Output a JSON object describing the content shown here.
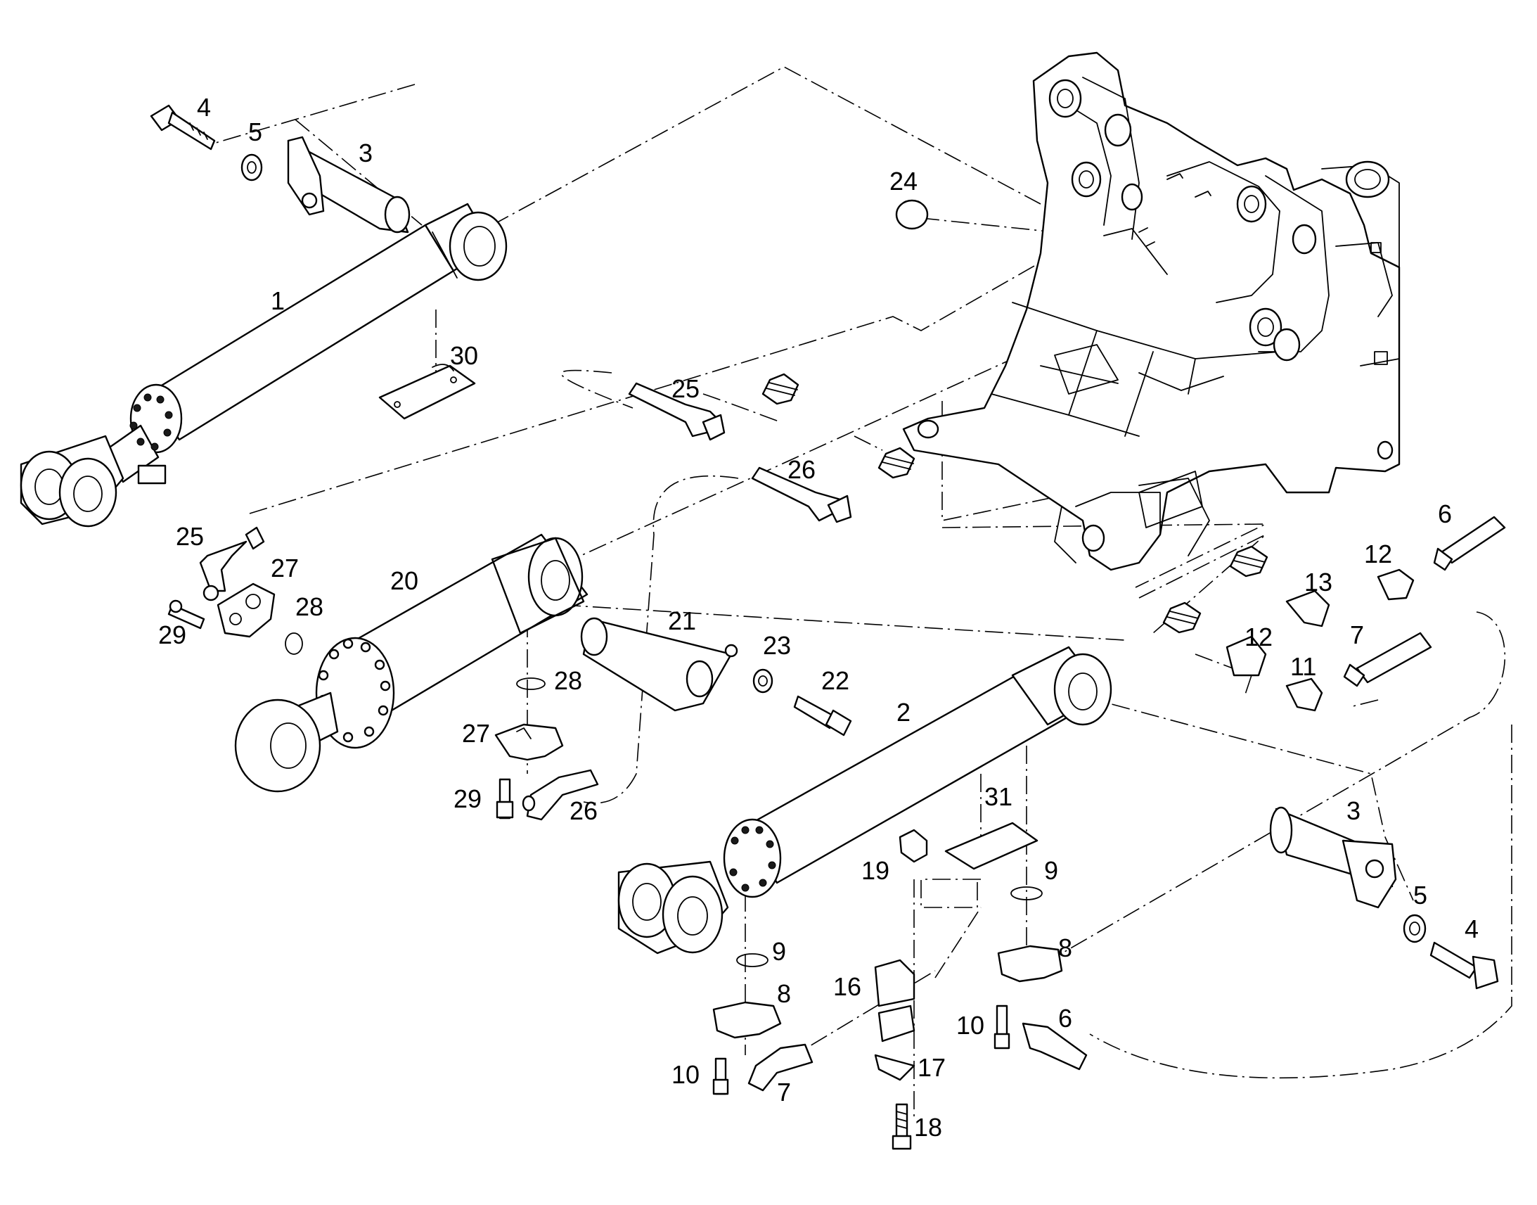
{
  "callouts": [
    {
      "id": "c1",
      "text": "1"
    },
    {
      "id": "c2",
      "text": "2"
    },
    {
      "id": "c3a",
      "text": "3"
    },
    {
      "id": "c3b",
      "text": "3"
    },
    {
      "id": "c4a",
      "text": "4"
    },
    {
      "id": "c4b",
      "text": "4"
    },
    {
      "id": "c5a",
      "text": "5"
    },
    {
      "id": "c5b",
      "text": "5"
    },
    {
      "id": "c6a",
      "text": "6"
    },
    {
      "id": "c6b",
      "text": "6"
    },
    {
      "id": "c7a",
      "text": "7"
    },
    {
      "id": "c7b",
      "text": "7"
    },
    {
      "id": "c8a",
      "text": "8"
    },
    {
      "id": "c8b",
      "text": "8"
    },
    {
      "id": "c9a",
      "text": "9"
    },
    {
      "id": "c9b",
      "text": "9"
    },
    {
      "id": "c10a",
      "text": "10"
    },
    {
      "id": "c10b",
      "text": "10"
    },
    {
      "id": "c11",
      "text": "11"
    },
    {
      "id": "c12a",
      "text": "12"
    },
    {
      "id": "c12b",
      "text": "12"
    },
    {
      "id": "c13",
      "text": "13"
    },
    {
      "id": "c16",
      "text": "16"
    },
    {
      "id": "c17",
      "text": "17"
    },
    {
      "id": "c18",
      "text": "18"
    },
    {
      "id": "c19",
      "text": "19"
    },
    {
      "id": "c20",
      "text": "20"
    },
    {
      "id": "c21",
      "text": "21"
    },
    {
      "id": "c22",
      "text": "22"
    },
    {
      "id": "c23",
      "text": "23"
    },
    {
      "id": "c24",
      "text": "24"
    },
    {
      "id": "c25a",
      "text": "25"
    },
    {
      "id": "c25b",
      "text": "25"
    },
    {
      "id": "c26a",
      "text": "26"
    },
    {
      "id": "c26b",
      "text": "26"
    },
    {
      "id": "c27a",
      "text": "27"
    },
    {
      "id": "c27b",
      "text": "27"
    },
    {
      "id": "c28a",
      "text": "28"
    },
    {
      "id": "c28b",
      "text": "28"
    },
    {
      "id": "c29a",
      "text": "29"
    },
    {
      "id": "c29b",
      "text": "29"
    },
    {
      "id": "c30",
      "text": "30"
    },
    {
      "id": "c31",
      "text": "31"
    }
  ]
}
